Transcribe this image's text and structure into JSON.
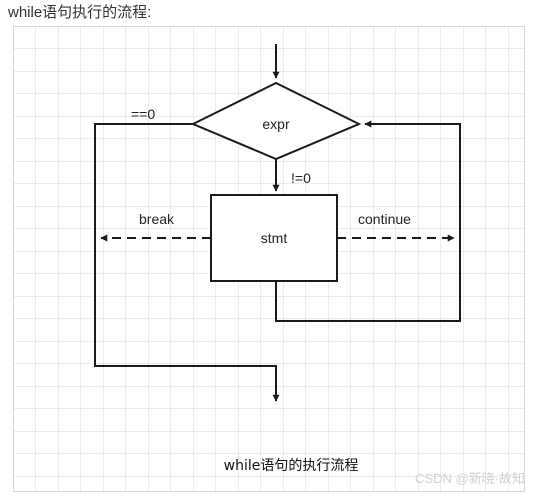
{
  "page": {
    "heading": "while语句执行的流程:",
    "watermark": "CSDN @新晓·故知"
  },
  "diagram": {
    "decision_label": "expr",
    "process_label": "stmt",
    "edge_false_label": "==0",
    "edge_true_label": "!=0",
    "break_label": "break",
    "continue_label": "continue",
    "caption": "while语句的执行流程",
    "line_color": "#1a1a1a",
    "grid_color": "#d7d7d7"
  }
}
